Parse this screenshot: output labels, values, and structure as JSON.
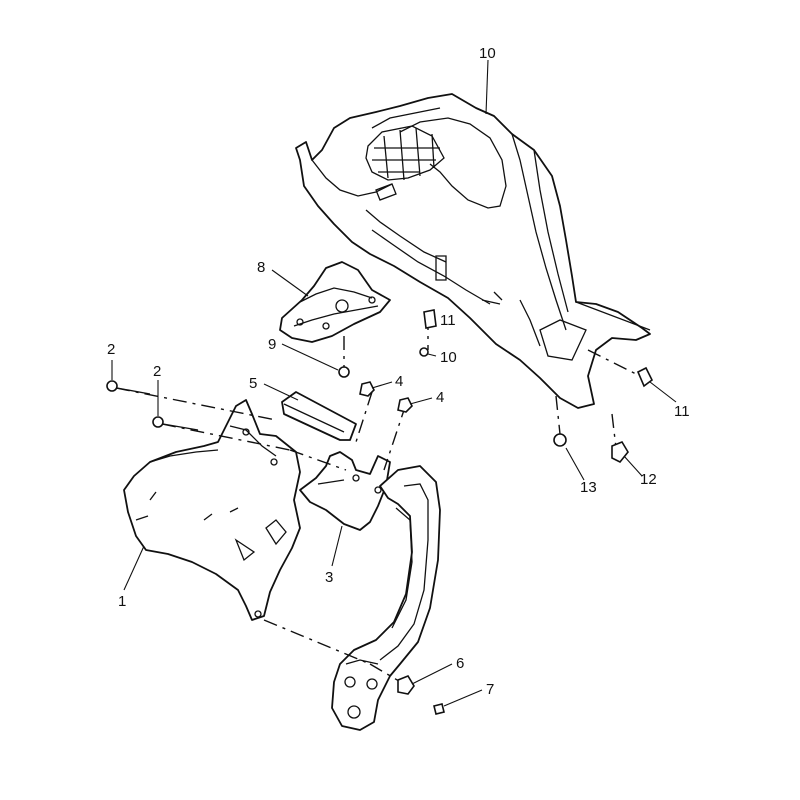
{
  "diagram": {
    "callouts": [
      {
        "id": "1",
        "text": "1"
      },
      {
        "id": "2a",
        "text": "2"
      },
      {
        "id": "2b",
        "text": "2"
      },
      {
        "id": "3",
        "text": "3"
      },
      {
        "id": "4a",
        "text": "4"
      },
      {
        "id": "4b",
        "text": "4"
      },
      {
        "id": "5",
        "text": "5"
      },
      {
        "id": "6",
        "text": "6"
      },
      {
        "id": "7",
        "text": "7"
      },
      {
        "id": "8",
        "text": "8"
      },
      {
        "id": "9",
        "text": "9"
      },
      {
        "id": "10a",
        "text": "10"
      },
      {
        "id": "10b",
        "text": "10"
      },
      {
        "id": "11a",
        "text": "11"
      },
      {
        "id": "11b",
        "text": "11"
      },
      {
        "id": "12",
        "text": "12"
      },
      {
        "id": "13",
        "text": "13"
      }
    ]
  }
}
